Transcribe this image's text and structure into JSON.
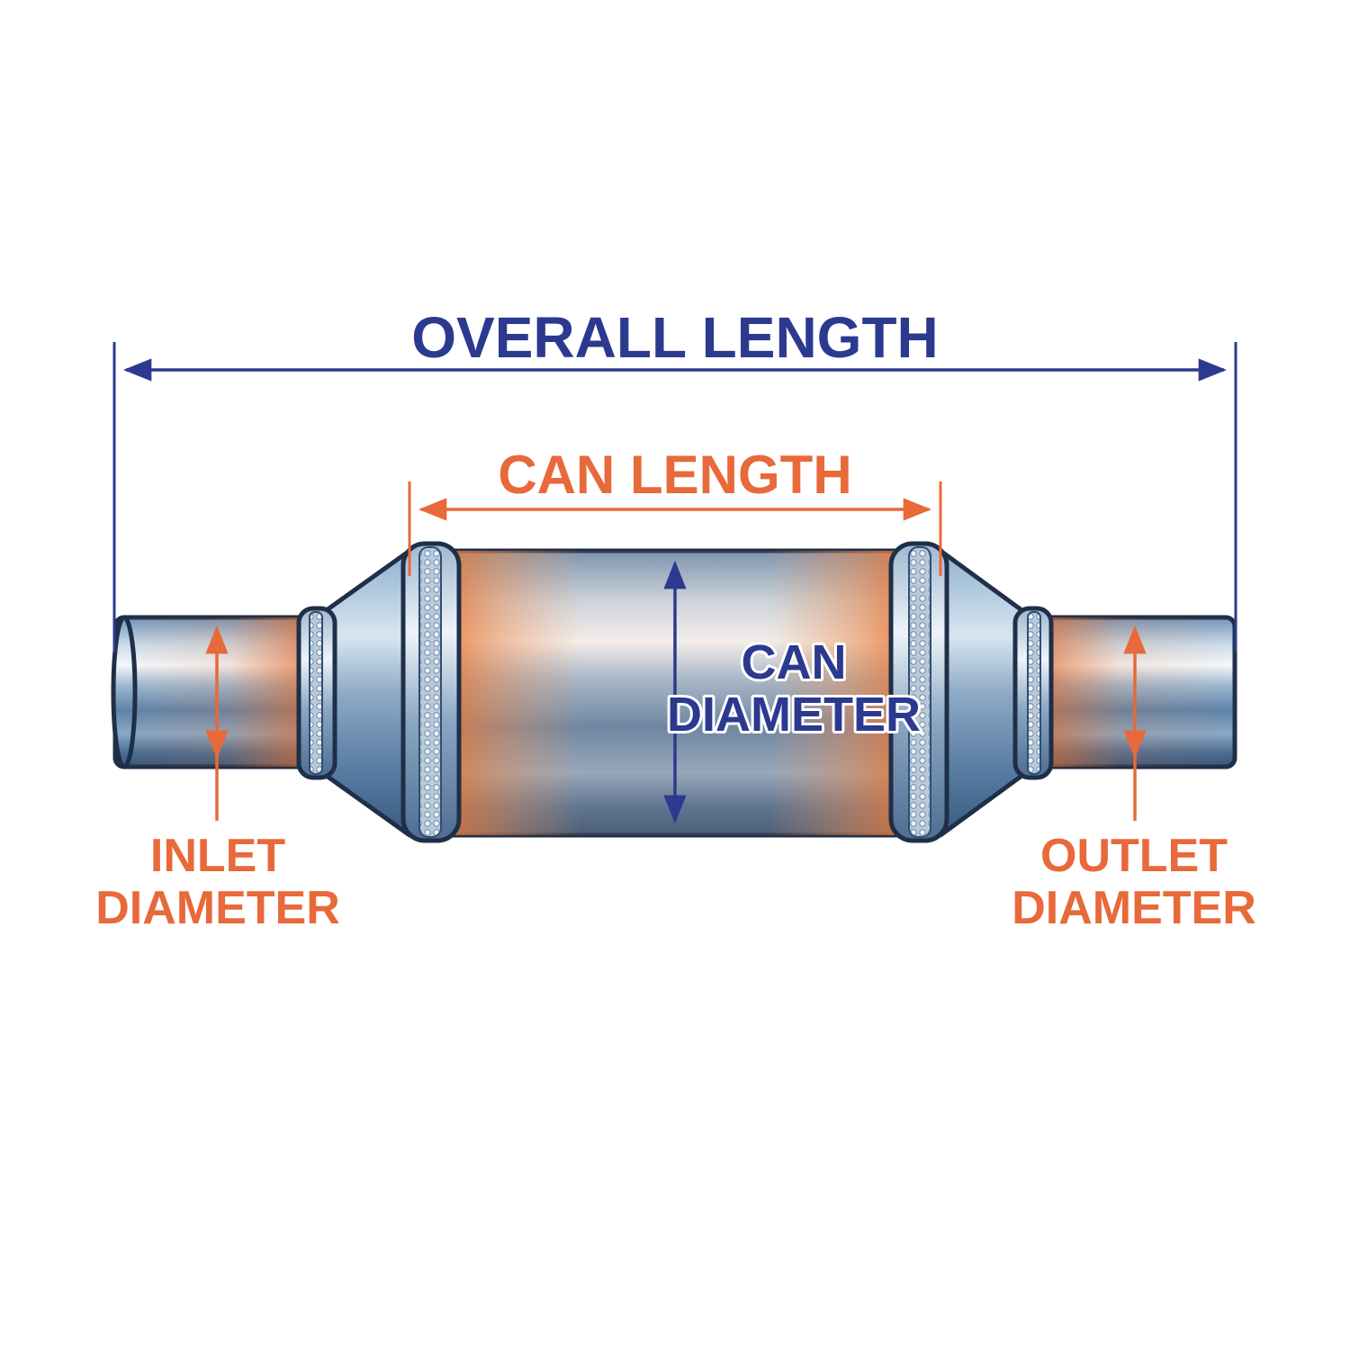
{
  "labels": {
    "overall_length": "OVERALL LENGTH",
    "can_length": "CAN LENGTH",
    "can_diameter_line1": "CAN",
    "can_diameter_line2": "DIAMETER",
    "inlet_line1": "INLET",
    "inlet_line2": "DIAMETER",
    "outlet_line1": "OUTLET",
    "outlet_line2": "DIAMETER"
  },
  "colors": {
    "navy": "#2b3a8f",
    "orange": "#e8693a",
    "steel": "#5f87ad",
    "steel_light": "#dbe8f2",
    "steel_dark": "#2f4f73",
    "outline": "#1f2f48",
    "copper": "#e27d43"
  },
  "icons": {
    "part": "catalytic-converter-illustration"
  }
}
